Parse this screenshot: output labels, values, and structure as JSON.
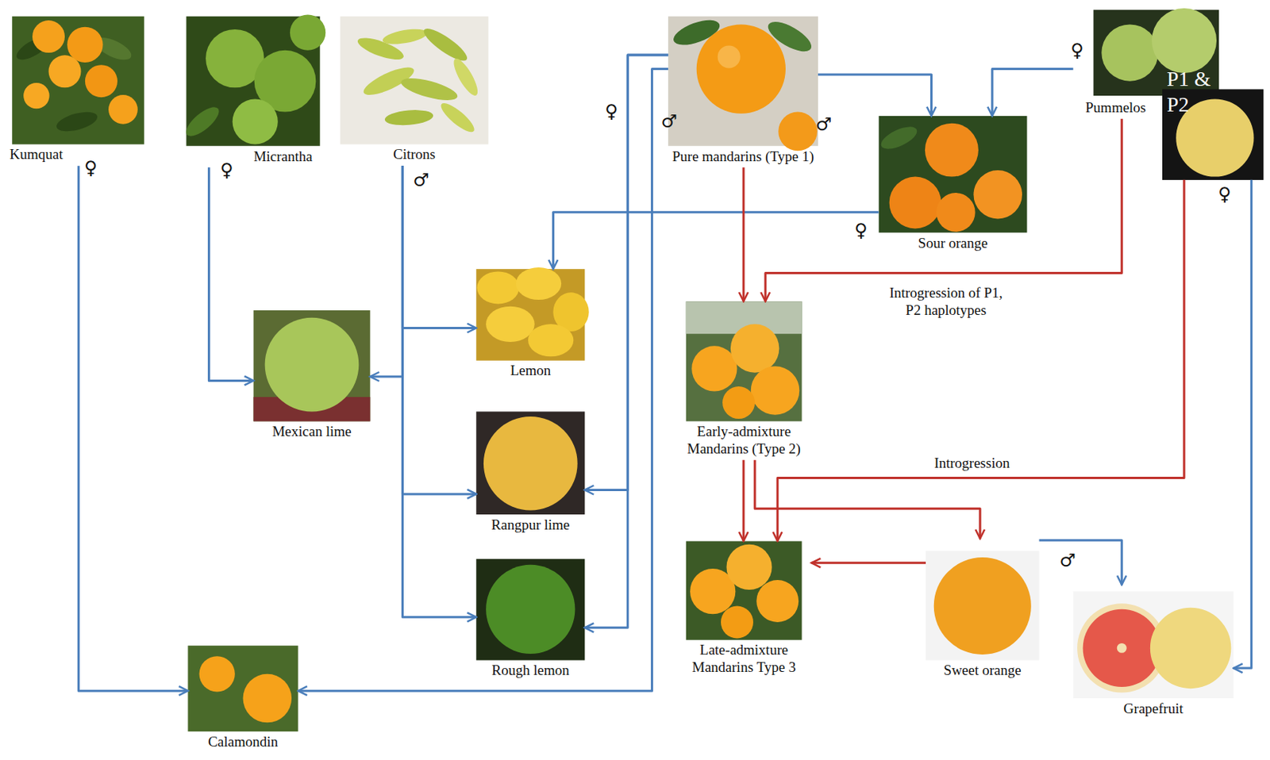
{
  "diagram": {
    "nodes": [
      {
        "text": [
          "Kumquat"
        ]
      },
      {
        "text": [
          "Micrantha"
        ]
      },
      {
        "text": [
          "Citrons"
        ]
      },
      {
        "text": [
          "Pure mandarins (Type 1)"
        ]
      },
      {
        "text": [
          "Pummelos"
        ]
      },
      {
        "text": [
          "P1 & P2"
        ]
      },
      {
        "text": [
          "Sour orange"
        ]
      },
      {
        "text": [
          "Lemon"
        ]
      },
      {
        "text": [
          "Mexican lime"
        ]
      },
      {
        "text": [
          "Early-admixture Mandarins (Type 2)"
        ]
      },
      {
        "text": [
          "Rangpur lime"
        ]
      },
      {
        "text": [
          "Rough lemon"
        ]
      },
      {
        "text": [
          "Late-admixture Mandarins Type 3"
        ]
      },
      {
        "text": [
          "Sweet orange"
        ]
      },
      {
        "text": [
          "Grapefruit"
        ]
      },
      {
        "text": [
          "Calamondin"
        ]
      }
    ],
    "edges": [
      {
        "from": 0,
        "to": 15,
        "arrow": "to"
      },
      {
        "from": 1,
        "to": 8,
        "arrow": "to"
      },
      {
        "from": 2,
        "to": 8,
        "arrow": "to"
      },
      {
        "from": 2,
        "to": 7,
        "arrow": "to"
      },
      {
        "from": 2,
        "to": 10,
        "arrow": "to"
      },
      {
        "from": 2,
        "to": 11,
        "arrow": "to"
      },
      {
        "from": 3,
        "to": 10,
        "arrow": "to"
      },
      {
        "from": 3,
        "to": 11,
        "arrow": "to"
      },
      {
        "from": 3,
        "to": 15,
        "arrow": "to"
      },
      {
        "from": 3,
        "to": 6,
        "arrow": "to"
      },
      {
        "from": 4,
        "to": 6,
        "arrow": "to"
      },
      {
        "from": 6,
        "to": 7,
        "arrow": "to"
      },
      {
        "from": 3,
        "to": 9,
        "arrow": "to"
      },
      {
        "from": 4,
        "to": 9,
        "label": "Introgression of P1, P2 haplotypes",
        "arrow": "to"
      },
      {
        "from": 5,
        "to": 12,
        "label": "Introgression",
        "arrow": "to"
      },
      {
        "from": 9,
        "to": 12,
        "arrow": "to"
      },
      {
        "from": 9,
        "to": 13,
        "arrow": "to"
      },
      {
        "from": 13,
        "to": 12,
        "arrow": "to"
      },
      {
        "from": 13,
        "to": 14,
        "arrow": "to"
      },
      {
        "from": 5,
        "to": 14,
        "arrow": "to"
      }
    ],
    "labels": [
      "♀",
      "♀",
      "♂",
      "♂",
      "♀",
      "♀",
      "♂",
      "♀",
      "♀",
      "♂"
    ]
  }
}
